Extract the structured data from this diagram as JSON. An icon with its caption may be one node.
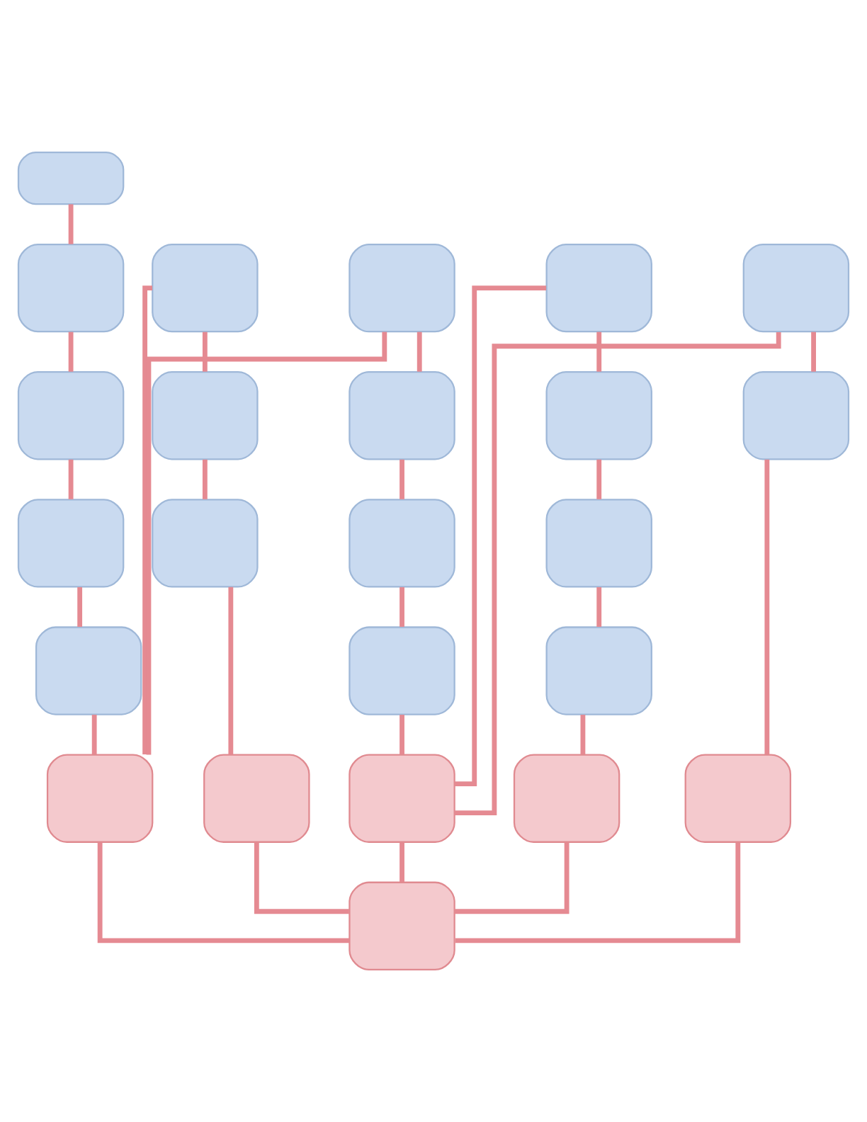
{
  "diagram": {
    "nodes": [
      {
        "text": [],
        "shape": "box"
      },
      {
        "text": [],
        "shape": "box"
      },
      {
        "text": [],
        "shape": "box"
      },
      {
        "text": [],
        "shape": "box"
      },
      {
        "text": [],
        "shape": "box"
      },
      {
        "text": [],
        "shape": "box"
      },
      {
        "text": [],
        "shape": "box"
      },
      {
        "text": [],
        "shape": "box"
      },
      {
        "text": [],
        "shape": "box"
      },
      {
        "text": [],
        "shape": "box"
      },
      {
        "text": [],
        "shape": "box"
      },
      {
        "text": [],
        "shape": "box"
      },
      {
        "text": [],
        "shape": "box"
      },
      {
        "text": [],
        "shape": "box"
      },
      {
        "text": [],
        "shape": "box"
      },
      {
        "text": [],
        "shape": "box"
      },
      {
        "text": [],
        "shape": "box"
      },
      {
        "text": [],
        "shape": "box"
      },
      {
        "text": [],
        "shape": "box"
      },
      {
        "text": [],
        "shape": "box"
      },
      {
        "text": [],
        "shape": "box"
      },
      {
        "text": [],
        "shape": "box"
      },
      {
        "text": [],
        "shape": "box"
      },
      {
        "text": [],
        "shape": "box"
      }
    ],
    "edges": [
      {
        "from": 0,
        "to": 1,
        "arrow": "none"
      },
      {
        "from": 1,
        "to": 6,
        "arrow": "none"
      },
      {
        "from": 6,
        "to": 11,
        "arrow": "none"
      },
      {
        "from": 11,
        "to": 15,
        "arrow": "none"
      },
      {
        "from": 15,
        "to": 18,
        "arrow": "none"
      },
      {
        "from": 18,
        "to": 2,
        "arrow": "none"
      },
      {
        "from": 18,
        "to": 3,
        "arrow": "none"
      },
      {
        "from": 2,
        "to": 7,
        "arrow": "none"
      },
      {
        "from": 7,
        "to": 12,
        "arrow": "none"
      },
      {
        "from": 12,
        "to": 19,
        "arrow": "none"
      },
      {
        "from": 3,
        "to": 8,
        "arrow": "none"
      },
      {
        "from": 8,
        "to": 13,
        "arrow": "none"
      },
      {
        "from": 13,
        "to": 16,
        "arrow": "none"
      },
      {
        "from": 16,
        "to": 20,
        "arrow": "none"
      },
      {
        "from": 20,
        "to": 4,
        "arrow": "none"
      },
      {
        "from": 20,
        "to": 5,
        "arrow": "none"
      },
      {
        "from": 4,
        "to": 9,
        "arrow": "none"
      },
      {
        "from": 9,
        "to": 14,
        "arrow": "none"
      },
      {
        "from": 14,
        "to": 17,
        "arrow": "none"
      },
      {
        "from": 17,
        "to": 21,
        "arrow": "none"
      },
      {
        "from": 5,
        "to": 10,
        "arrow": "none"
      },
      {
        "from": 10,
        "to": 22,
        "arrow": "none"
      },
      {
        "from": 18,
        "to": 23,
        "arrow": "none"
      },
      {
        "from": 19,
        "to": 23,
        "arrow": "none"
      },
      {
        "from": 20,
        "to": 23,
        "arrow": "none"
      },
      {
        "from": 21,
        "to": 23,
        "arrow": "none"
      },
      {
        "from": 22,
        "to": 23,
        "arrow": "none"
      }
    ]
  }
}
